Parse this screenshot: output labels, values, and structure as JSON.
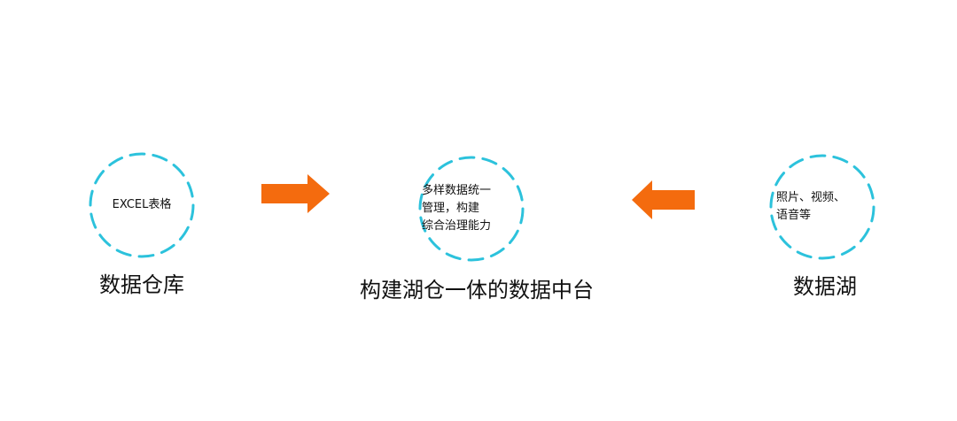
{
  "colors": {
    "circle_dash": "#2cc2dc",
    "arrow_fill": "#f46b0e",
    "text": "#111111"
  },
  "left_node": {
    "circle_lines": [
      "EXCEL表格"
    ],
    "caption": "数据仓库"
  },
  "center_node": {
    "circle_lines": [
      "多样数据统一",
      "管理，构建",
      "综合治理能力"
    ],
    "caption": "构建湖仓一体的数据中台"
  },
  "right_node": {
    "circle_lines": [
      "照片、视频、",
      "语音等"
    ],
    "caption": "数据湖"
  },
  "arrows": {
    "left": "arrow-right-icon",
    "right": "arrow-left-icon"
  }
}
